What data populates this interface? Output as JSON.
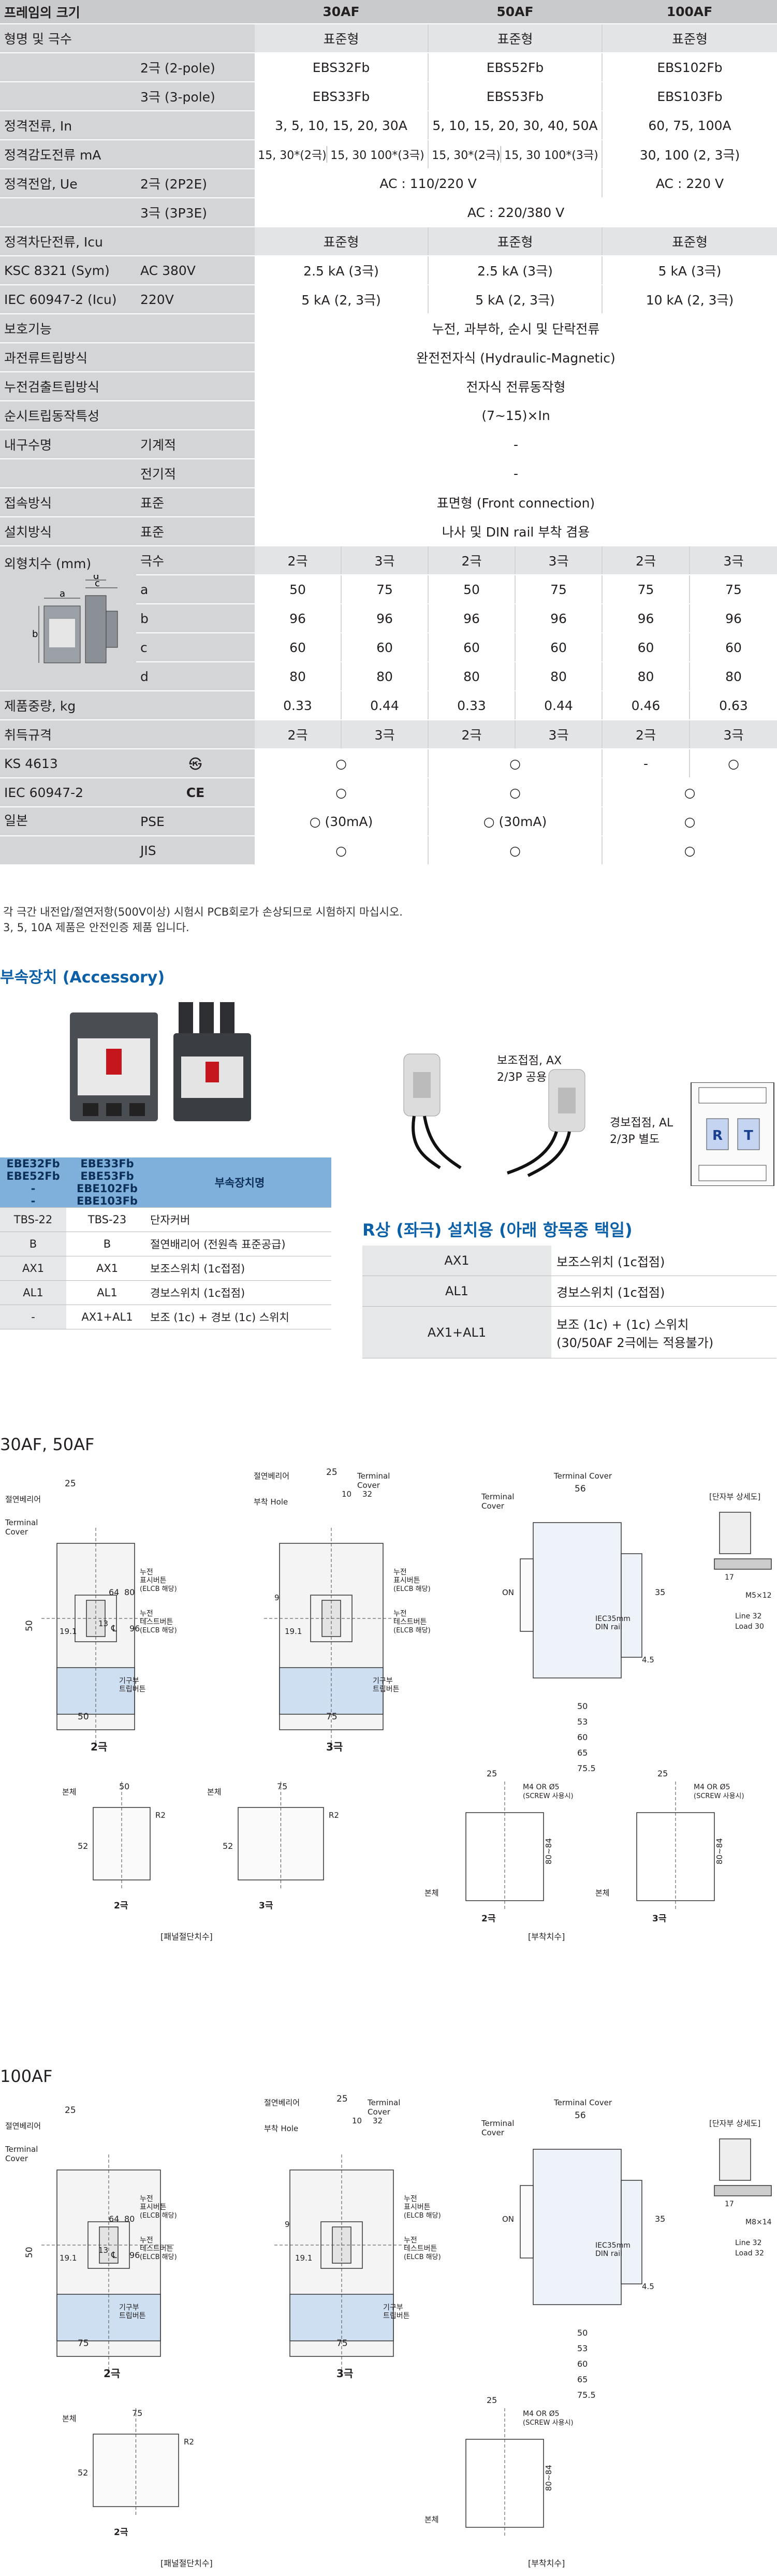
{
  "spec": {
    "header": {
      "label": "프레임의 크기",
      "cols": [
        "30AF",
        "50AF",
        "100AF"
      ]
    },
    "rows": [
      {
        "l1": "형명 및 극수",
        "l2": "",
        "cells": [
          "표준형",
          "표준형",
          "표준형"
        ],
        "shade": true
      },
      {
        "l1": "",
        "l2": "2극 (2-pole)",
        "cells": [
          "EBS32Fb",
          "EBS52Fb",
          "EBS102Fb"
        ]
      },
      {
        "l1": "",
        "l2": "3극 (3-pole)",
        "cells": [
          "EBS33Fb",
          "EBS53Fb",
          "EBS103Fb"
        ]
      },
      {
        "l1": "정격전류, In",
        "l2": "",
        "cells": [
          "3, 5, 10, 15, 20, 30A",
          "5, 10, 15, 20, 30, 40, 50A",
          "60, 75, 100A"
        ]
      },
      {
        "l1": "정격감도전류 mA",
        "l2": "",
        "split": [
          [
            "15, 30*(2극)",
            "15, 30 100*(3극)"
          ],
          [
            "15, 30*(2극)",
            "15, 30 100*(3극)"
          ]
        ],
        "cells": [
          "",
          "",
          "30, 100 (2, 3극)"
        ]
      },
      {
        "l1": "정격전압, Ue",
        "l2": "2극 (2P2E)",
        "span2": "AC : 110/220 V",
        "cells": [
          "",
          "",
          "AC : 220 V"
        ]
      },
      {
        "l1": "",
        "l2": "3극 (3P3E)",
        "span3": "AC : 220/380 V"
      },
      {
        "l1": "정격차단전류, Icu",
        "l2": "",
        "cells": [
          "표준형",
          "표준형",
          "표준형"
        ],
        "shade": true
      },
      {
        "l1": "KSC 8321 (Sym)",
        "l2": "AC    380V",
        "cells": [
          "2.5 kA (3극)",
          "2.5 kA (3극)",
          "5 kA (3극)"
        ]
      },
      {
        "l1": "IEC 60947-2 (Icu)",
        "l2": "220V",
        "cells": [
          "5 kA (2, 3극)",
          "5 kA (2, 3극)",
          "10 kA (2, 3극)"
        ]
      },
      {
        "l1": "보호기능",
        "l2": "",
        "span3": "누전, 과부하, 순시 및 단락전류"
      },
      {
        "l1": "과전류트립방식",
        "l2": "",
        "span3": "완전전자식 (Hydraulic-Magnetic)"
      },
      {
        "l1": "누전검출트립방식",
        "l2": "",
        "span3": "전자식 전류동작형"
      },
      {
        "l1": "순시트립동작특성",
        "l2": "",
        "span3": "(7~15)×In"
      },
      {
        "l1": "내구수명",
        "l2": "기계적",
        "span3": "-"
      },
      {
        "l1": "",
        "l2": "전기적",
        "span3": "-"
      },
      {
        "l1": "접속방식",
        "l2": "표준",
        "span3": "표면형 (Front connection)"
      },
      {
        "l1": "설치방식",
        "l2": "표준",
        "span3": "나사 및 DIN rail 부착 겸용"
      }
    ],
    "dim_header": {
      "l1": "외형치수 (mm)",
      "l2": "극수",
      "cells": [
        "2극",
        "3극",
        "2극",
        "3극",
        "2극",
        "3극"
      ]
    },
    "dim_rows": [
      {
        "k": "a",
        "cells": [
          "50",
          "75",
          "50",
          "75",
          "75",
          "75"
        ]
      },
      {
        "k": "b",
        "cells": [
          "96",
          "96",
          "96",
          "96",
          "96",
          "96"
        ]
      },
      {
        "k": "c",
        "cells": [
          "60",
          "60",
          "60",
          "60",
          "60",
          "60"
        ]
      },
      {
        "k": "d",
        "cells": [
          "80",
          "80",
          "80",
          "80",
          "80",
          "80"
        ]
      }
    ],
    "weight": {
      "l1": "제품중량, kg",
      "cells": [
        "0.33",
        "0.44",
        "0.33",
        "0.44",
        "0.46",
        "0.63"
      ]
    },
    "cert_header": {
      "l1": "취득규격",
      "cells": [
        "2극",
        "3극",
        "2극",
        "3극",
        "2극",
        "3극"
      ]
    },
    "certs": [
      {
        "l1": "KS 4613",
        "icon": "KS-mark-icon",
        "symbol": "㉿",
        "cells": [
          "○",
          "○",
          "-",
          "○"
        ]
      },
      {
        "l1": "IEC 60947-2",
        "icon": "CE-mark-icon",
        "symbol": "CE",
        "cells": [
          "○",
          "○",
          "○"
        ]
      },
      {
        "l1": "일본",
        "l2": "PSE",
        "cells": [
          "○ (30mA)",
          "○ (30mA)",
          "○"
        ]
      },
      {
        "l1": "",
        "l2": "JIS",
        "cells": [
          "○",
          "○",
          "○"
        ]
      }
    ],
    "dim_labels": {
      "a": "a",
      "b": "b",
      "c": "c",
      "d": "d"
    }
  },
  "footnotes": [
    "각 극간 내전압/절연저항(500V이상) 시험시 PCB회로가 손상되므로 시험하지 마십시오.",
    "3, 5, 10A 제품은 안전인증 제품 입니다."
  ],
  "accessory": {
    "title": "부속장치 (Accessory)",
    "table": {
      "col1": [
        "EBE32Fb",
        "EBE52Fb",
        "-",
        "-"
      ],
      "col2": [
        "EBE33Fb",
        "EBE53Fb",
        "EBE102Fb",
        "EBE103Fb"
      ],
      "col3": "부속장치명",
      "rows": [
        [
          "TBS-22",
          "TBS-23",
          "단자커버"
        ],
        [
          "B",
          "B",
          "절연배리어 (전원측 표준공급)"
        ],
        [
          "AX1",
          "AX1",
          "보조스위치 (1c접점)"
        ],
        [
          "AL1",
          "AL1",
          "경보스위치 (1c접점)"
        ],
        [
          "-",
          "AX1+AL1",
          "보조 (1c) + 경보 (1c) 스위치"
        ]
      ]
    },
    "callouts": {
      "ax": "보조접점, AX",
      "ax2": "2/3P 공용",
      "al": "경보접점, AL",
      "al2": "2/3P 별도",
      "r": "R",
      "t": "T"
    },
    "r_title": "R상 (좌극) 설치용 (아래 항목중 택일)",
    "r_rows": [
      [
        "AX1",
        "보조스위치 (1c접점)"
      ],
      [
        "AL1",
        "경보스위치 (1c접점)"
      ],
      [
        "AX1+AL1",
        "보조 (1c) + (1c) 스위치",
        "(30/50AF 2극에는 적용불가)"
      ]
    ]
  },
  "drawings": {
    "sec1": "30AF, 50AF",
    "sec2": "100AF",
    "labels": {
      "barrier": "절연베리어",
      "terminal_cover": "Terminal Cover",
      "hole": "부착 Hole",
      "leak_btn": "누전 표시버튼 (ELCB 해당)",
      "test_btn": "누전 테스트버튼 (ELCB 해당)",
      "mech_btn": "기구부 트립버튼",
      "din": "IEC35mm DIN rail",
      "on": "ON",
      "terminal_detail": "[단자부 상세도]",
      "m5": "M5×12",
      "m8": "M8×14",
      "line32": "Line 32",
      "load30": "Load 30",
      "load32": "Load 32",
      "screw": "M4 OR Ø5 (SCREW 사용시)",
      "body": "본체",
      "panel_cut": "[패널절단치수]",
      "mount": "[부착치수]",
      "pole2": "2극",
      "pole3": "3극",
      "r2": "R2",
      "cl": "℄"
    },
    "dims": {
      "d25": "25",
      "d50": "50",
      "d75": "75",
      "d56": "56",
      "d53": "53",
      "d60": "60",
      "d65": "65",
      "d755": "75.5",
      "d45": "4.5",
      "d35": "35",
      "d19": "19.1",
      "d96": "96",
      "d64": "64",
      "d80": "80",
      "d52": "52",
      "d8084": "80~84",
      "d13": "13",
      "d10": "10",
      "d32": "32",
      "d9": "9",
      "d17": "17"
    }
  },
  "colors": {
    "header": "#c9cacc",
    "label": "#d4d5d7",
    "accent": "#0b60a8",
    "accTable": "#7fb0db"
  }
}
